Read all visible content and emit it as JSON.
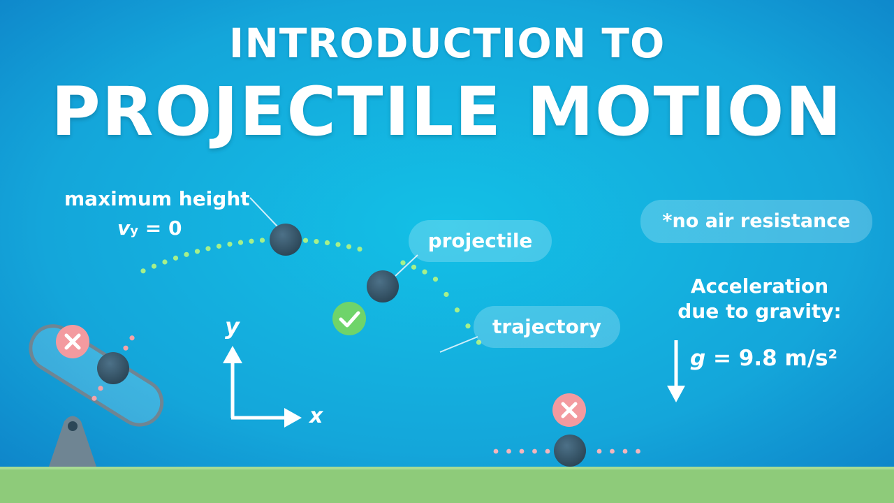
{
  "title": {
    "line1": "INTRODUCTION TO",
    "line2": "PROJECTILE MOTION"
  },
  "labels": {
    "max_height": "maximum height",
    "vy_symbol": "v",
    "vy_subscript": "y",
    "vy_value": "= 0",
    "projectile": "projectile",
    "trajectory": "trajectory",
    "no_air": "*no air resistance",
    "accel_line1": "Acceleration",
    "accel_line2": "due to gravity:",
    "g_symbol": "g",
    "g_value": "= 9.8 m/s²",
    "axis_y": "y",
    "axis_x": "x"
  },
  "icons": {
    "check": "check-icon",
    "cross_start": "cross-icon",
    "cross_end": "cross-icon"
  },
  "colors": {
    "bg_top": "#0f8fd2",
    "bg_mid": "#14b2e0",
    "ground": "#8ecb7a",
    "trajectory_dots": "#a6f08a",
    "barrel_dots": "#f4a3a8",
    "ground_dots": "#f4b6bd",
    "ball": "#37566b",
    "check_bg": "#6fd46a",
    "cross_bg": "#f39a9f",
    "cannon": "#6f8593"
  }
}
